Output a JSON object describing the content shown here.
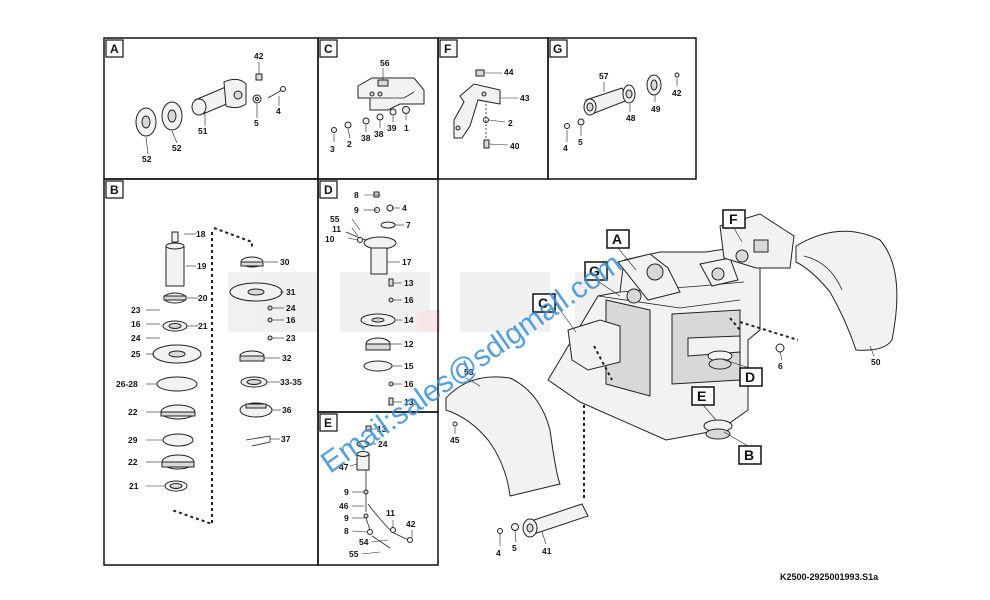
{
  "panels": {
    "A": {
      "title": "A",
      "labels": [
        "42",
        "4",
        "5",
        "51",
        "52",
        "52"
      ]
    },
    "B": {
      "title": "B",
      "labels": [
        "18",
        "19",
        "20",
        "21",
        "23",
        "16",
        "24",
        "25",
        "26-28",
        "22",
        "29",
        "22",
        "21",
        "30",
        "31",
        "24",
        "16",
        "23",
        "32",
        "33-35",
        "36",
        "37"
      ]
    },
    "C": {
      "title": "C",
      "labels": [
        "56",
        "3",
        "2",
        "38",
        "38",
        "39",
        "1"
      ]
    },
    "D": {
      "title": "D",
      "labels": [
        "8",
        "4",
        "9",
        "55",
        "7",
        "11",
        "10",
        "17",
        "13",
        "16",
        "14",
        "12",
        "15",
        "16",
        "13"
      ]
    },
    "E": {
      "title": "E",
      "labels": [
        "13",
        "24",
        "47",
        "9",
        "46",
        "9",
        "8",
        "11",
        "42",
        "54",
        "55"
      ]
    },
    "F": {
      "title": "F",
      "labels": [
        "44",
        "43",
        "2",
        "40"
      ]
    },
    "G": {
      "title": "G",
      "labels": [
        "57",
        "4",
        "5",
        "48",
        "49",
        "42"
      ]
    }
  },
  "main": {
    "callouts": [
      "A",
      "G",
      "C",
      "F",
      "D",
      "E",
      "B"
    ],
    "labels": [
      "53",
      "45",
      "50",
      "6",
      "4",
      "5",
      "41"
    ]
  },
  "reference": "K2500-2925001993.S1a",
  "watermark": {
    "text": "Email:sales@sdlgmall.com",
    "logo": "SDLG"
  }
}
